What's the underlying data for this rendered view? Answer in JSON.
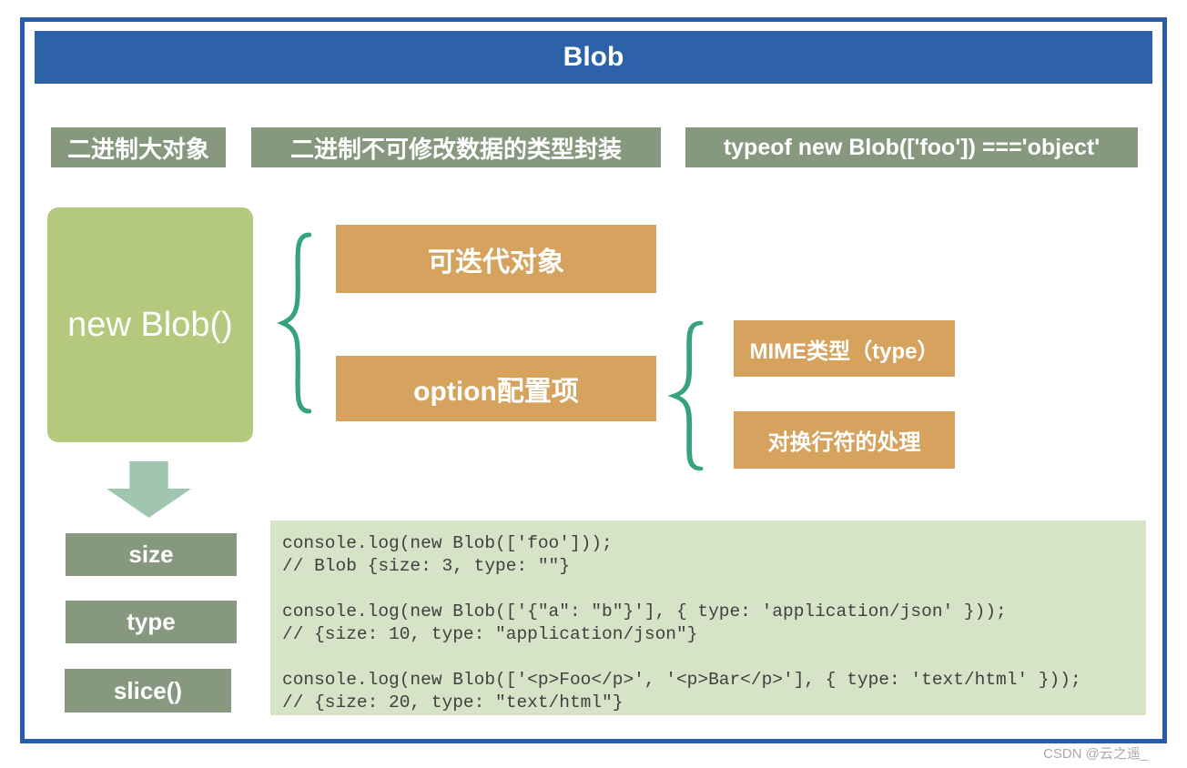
{
  "title": "Blob",
  "definitions": [
    {
      "text": "二进制大对象"
    },
    {
      "text": "二进制不可修改数据的类型封装"
    },
    {
      "text": "typeof new Blob(['foo']) ==='object'"
    }
  ],
  "constructor_box": {
    "label": "new Blob()"
  },
  "arguments": {
    "iterable": {
      "label": "可迭代对象"
    },
    "options": {
      "label": "option配置项"
    }
  },
  "option_properties": {
    "mime": {
      "label": "MIME类型（type）"
    },
    "newline": {
      "label": "对换行符的处理"
    }
  },
  "members": [
    "size",
    "type",
    "slice()"
  ],
  "code_example": {
    "content": "console.log(new Blob(['foo']));\n// Blob {size: 3, type: \"\"}\n\nconsole.log(new Blob(['{\"a\": \"b\"}'], { type: 'application/json' }));\n// {size: 10, type: \"application/json\"}\n\nconsole.log(new Blob(['<p>Foo</p>', '<p>Bar</p>'], { type: 'text/html' }));\n// {size: 20, type: \"text/html\"}"
  },
  "watermark": "CSDN @云之遥_",
  "colors": {
    "border_blue": "#2b5cab",
    "header_blue": "#2d62a8",
    "sage_green": "#86997e",
    "constructor_green": "#b4c87e",
    "orange": "#d6a35f",
    "brace_teal": "#36a37c",
    "arrow_green": "#a0c6b0",
    "code_bg": "#d7e3c7",
    "code_text": "#404040"
  }
}
